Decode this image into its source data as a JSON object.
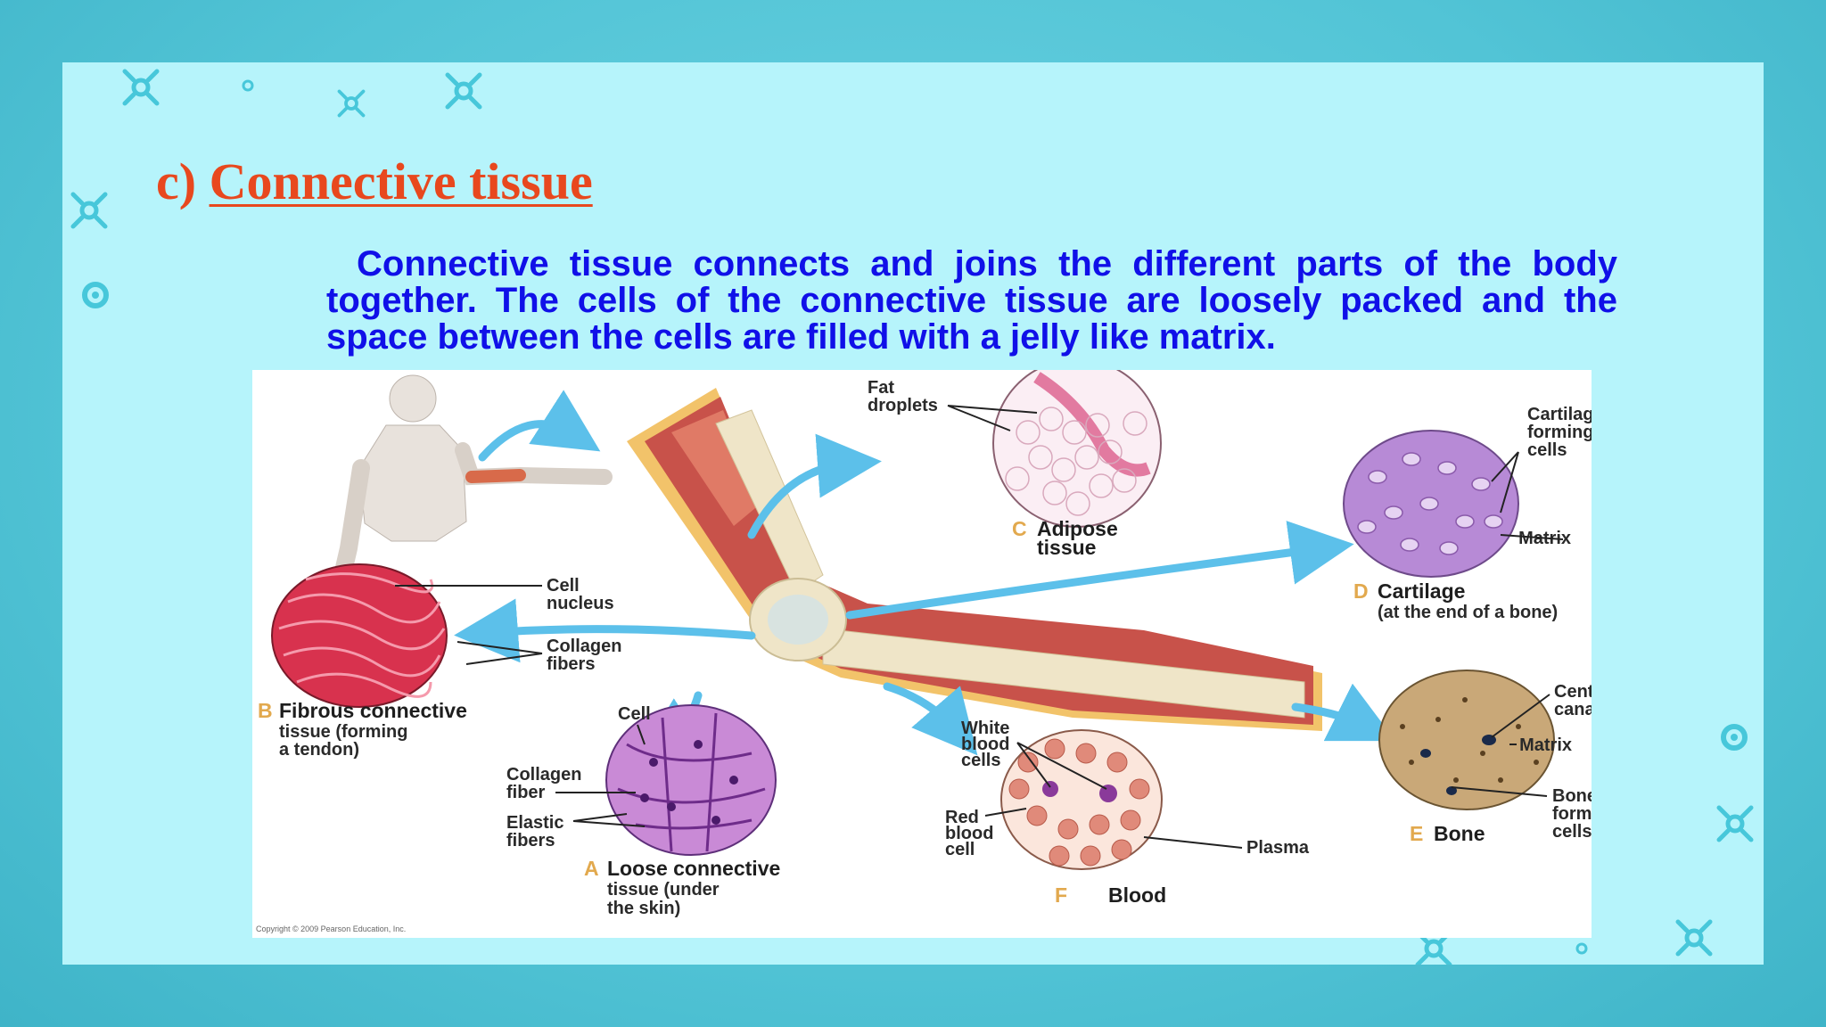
{
  "slide": {
    "heading_prefix": "c) ",
    "heading": "Connective tissue",
    "paragraph": "Connective tissue connects and joins the different parts of the body together. The cells of the connective tissue are loosely packed and the space between the cells are filled with a jelly like matrix."
  },
  "figure": {
    "labels": {
      "fat_droplets_1": "Fat",
      "fat_droplets_2": "droplets",
      "adipose_letter": "C",
      "adipose_1": "Adipose",
      "adipose_2": "tissue",
      "cartilage_forming_1": "Cartilage-",
      "cartilage_forming_2": "forming",
      "cartilage_forming_3": "cells",
      "matrix_cartilage": "Matrix",
      "cartilage_letter": "D",
      "cartilage_1": "Cartilage",
      "cartilage_2": "(at the end of a bone)",
      "cell_nucleus_1": "Cell",
      "cell_nucleus_2": "nucleus",
      "collagen_fibers_1": "Collagen",
      "collagen_fibers_2": "fibers",
      "fibrous_letter": "B",
      "fibrous_1": "Fibrous connective",
      "fibrous_2": "tissue (forming",
      "fibrous_3": "a tendon)",
      "loose_cell": "Cell",
      "collagen_fiber_1": "Collagen",
      "collagen_fiber_2": "fiber",
      "elastic_1": "Elastic",
      "elastic_2": "fibers",
      "loose_letter": "A",
      "loose_1": "Loose connective",
      "loose_2": "tissue (under",
      "loose_3": "the skin)",
      "wbc_1": "White",
      "wbc_2": "blood",
      "wbc_3": "cells",
      "rbc_1": "Red",
      "rbc_2": "blood",
      "rbc_3": "cell",
      "plasma": "Plasma",
      "blood_letter": "F",
      "blood": "Blood",
      "central_canal_1": "Central",
      "central_canal_2": "canal",
      "matrix_bone": "Matrix",
      "bone_forming_1": "Bone-",
      "bone_forming_2": "forming",
      "bone_forming_3": "cells",
      "bone_letter": "E",
      "bone": "Bone",
      "copyright": "Copyright © 2009 Pearson Education, Inc."
    }
  }
}
